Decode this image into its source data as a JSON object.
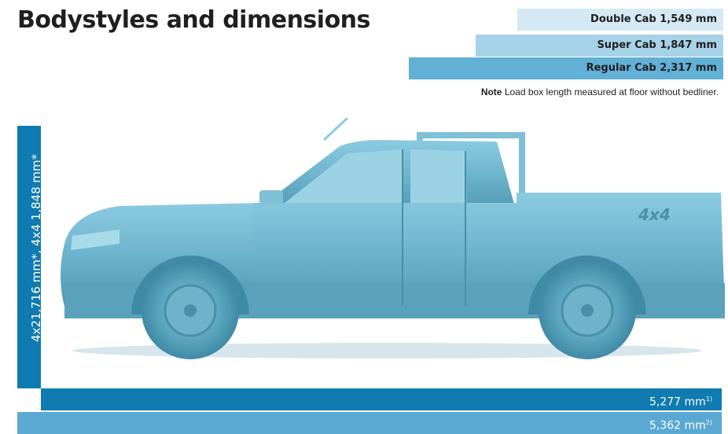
{
  "title": "Bodystyles and dimensions",
  "cabs": [
    {
      "label": "Double Cab 1,549 mm"
    },
    {
      "label": "Super Cab 1,847 mm"
    },
    {
      "label": "Regular Cab 2,317 mm"
    }
  ],
  "note": {
    "bold": "Note",
    "text": " Load box length measured at floor without bedliner."
  },
  "height_label": "4x21,716 mm*, 4x4 1,848 mm*",
  "lengths": [
    {
      "value": "5,277 mm",
      "sup": "1)"
    },
    {
      "value": "5,362 mm",
      "sup": "2)"
    }
  ],
  "colors": {
    "dark_blue": "#0f7bb0",
    "mid_blue": "#5aa9d3",
    "light_blue_1": "#d4e9f4",
    "light_blue_2": "#a6d2e8",
    "light_blue_3": "#62b0d6",
    "truck": "#6fb6d0"
  }
}
